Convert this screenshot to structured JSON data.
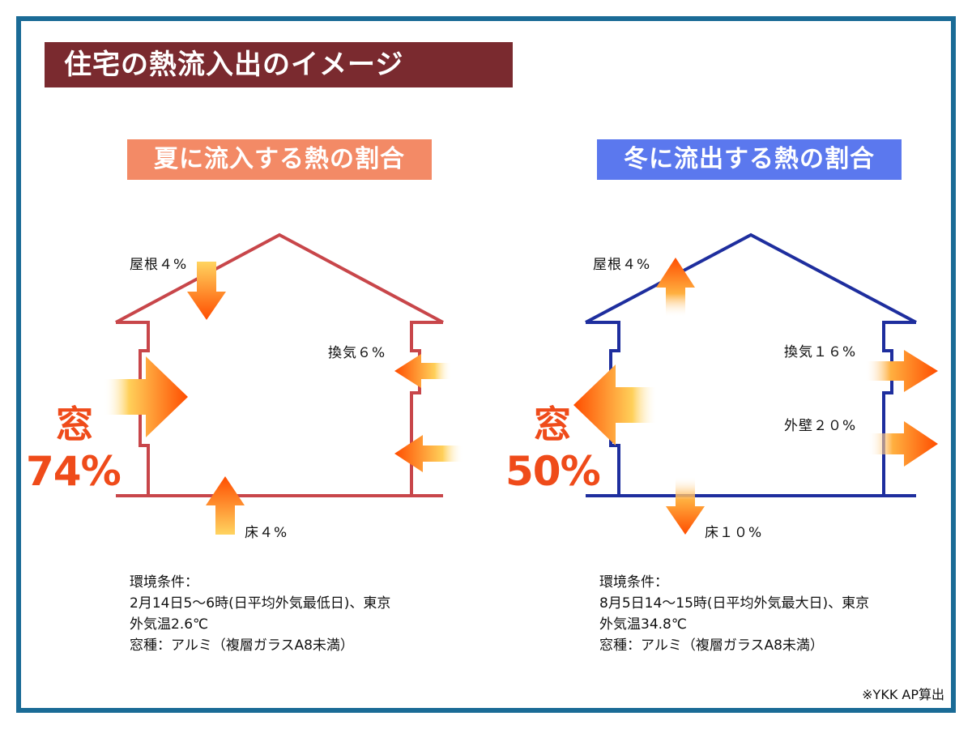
{
  "title": "住宅の熱流入出のイメージ",
  "summer": {
    "title": "夏に流入する熱の割合",
    "house_color": "#c8464a",
    "labels": {
      "roof": "屋根４%",
      "vent": "換気６%",
      "floor": "床４%",
      "window_name": "窓",
      "window_pct": "74%"
    },
    "conditions": [
      "環境条件：",
      "2月14日5～6時(日平均外気最低日)、東京",
      "外気温2.6℃",
      "窓種：アルミ（複層ガラスA8未満）"
    ]
  },
  "winter": {
    "title": "冬に流出する熱の割合",
    "house_color": "#1e2e9e",
    "labels": {
      "roof": "屋根４%",
      "vent": "換気１６%",
      "wall": "外壁２０%",
      "floor": "床１０%",
      "window_name": "窓",
      "window_pct": "50%"
    },
    "conditions": [
      "環境条件：",
      "8月5日14～15時(日平均外気最大日)、東京",
      "外気温34.8℃",
      "窓種：アルミ（複層ガラスA8未満）"
    ]
  },
  "credit": "※YKK AP算出",
  "colors": {
    "title_bg": "#7a2a2f",
    "summer_title_bg": "#f38a66",
    "winter_title_bg": "#5b78ee",
    "frame": "#1a6b96",
    "arrow_orange": "#ff5a0a",
    "arrow_yellow": "#ffc040"
  }
}
